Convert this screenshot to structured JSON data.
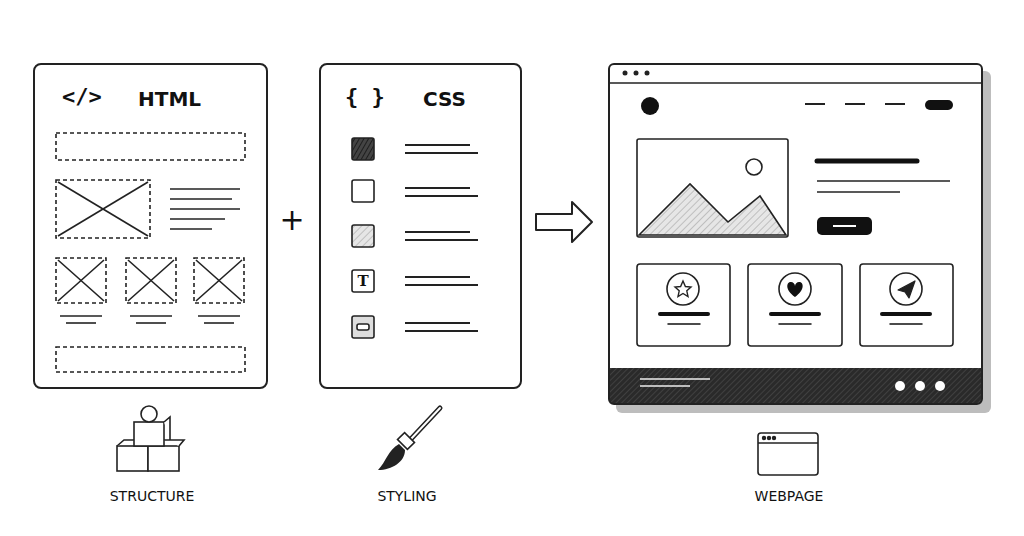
{
  "diagram": {
    "nodes": [
      {
        "text": [
          "</>",
          "HTML",
          "STRUCTURE"
        ]
      },
      {
        "text": [
          "{ }",
          "CSS",
          "STYLING"
        ]
      },
      {
        "text": [
          "WEBPAGE"
        ]
      }
    ],
    "edges": [
      {
        "from": 1,
        "to": 2,
        "arrow": "to"
      }
    ],
    "labels": [
      "+",
      "T"
    ]
  }
}
